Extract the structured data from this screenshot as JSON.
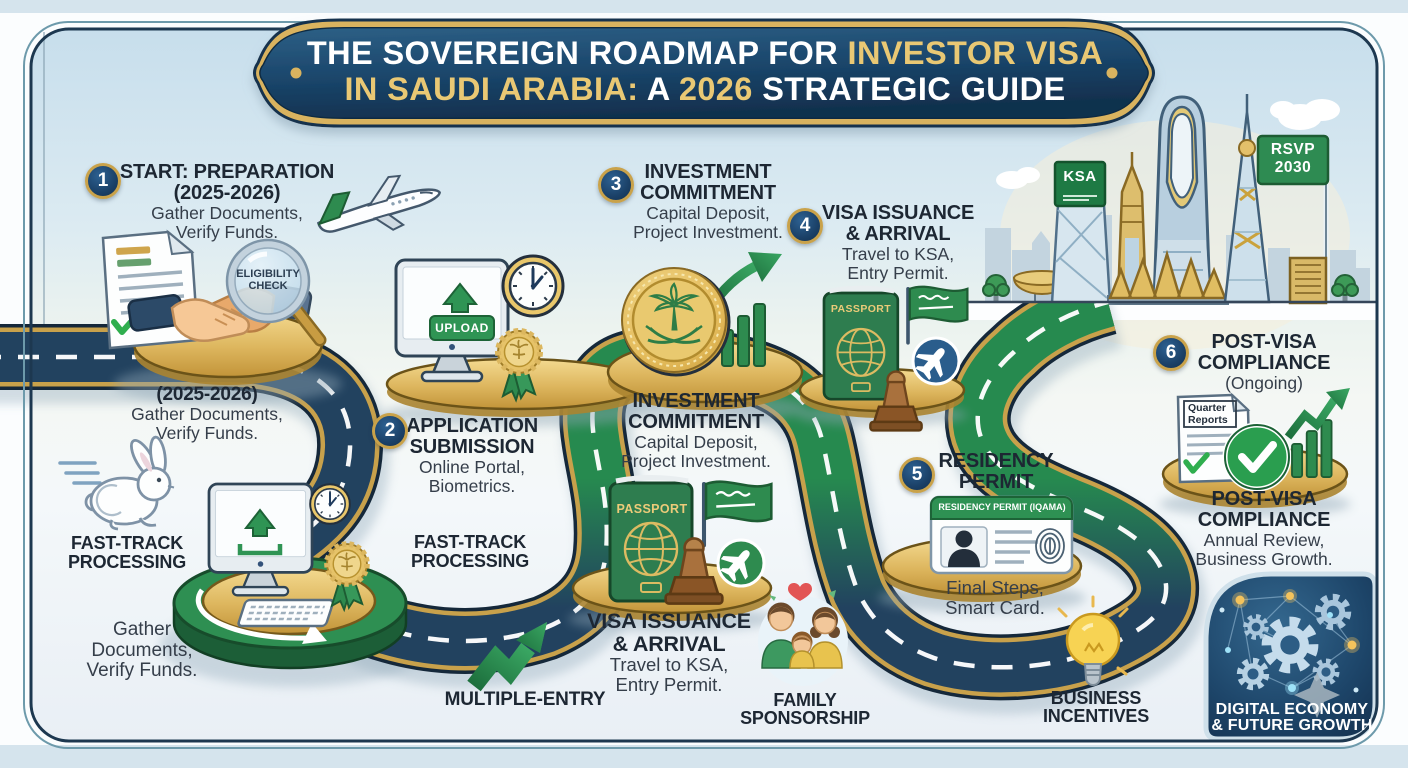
{
  "banner": {
    "line1_pre": "THE SOVEREIGN ROADMAP FOR ",
    "line1_gold": "INVESTOR VISA",
    "line2_gold1": "IN SAUDI ARABIA:",
    "line2_mid": " A ",
    "line2_gold2": "2026",
    "line2_post": " STRATEGIC GUIDE"
  },
  "steps": {
    "s1": {
      "num": "1",
      "t1": "START: PREPARATION",
      "t2": "(2025-2026)",
      "s1": "Gather Documents,",
      "s2": "Verify Funds."
    },
    "s2": {
      "num": "2",
      "t1": "APPLICATION",
      "t2": "SUBMISSION",
      "s1": "Online Portal,",
      "s2": "Biometrics."
    },
    "s3": {
      "num": "3",
      "t1": "INVESTMENT",
      "t2": "COMMITMENT",
      "s1": "Capital Deposit,",
      "s2": "Project Investment."
    },
    "s4": {
      "num": "4",
      "t1": "VISA ISSUANCE",
      "t2": "& ARRIVAL",
      "s1": "Travel to KSA,",
      "s2": "Entry Permit."
    },
    "s5": {
      "num": "5",
      "t1": "RESIDENCY",
      "t2": "PERMIT",
      "s1": "Final Steps,",
      "s2": "Smart Card."
    },
    "s6": {
      "num": "6",
      "t1": "POST-VISA",
      "t2": "COMPLIANCE",
      "t3": "(Ongoing)",
      "s1": "Annual Review,",
      "s2": "Business Growth."
    }
  },
  "repeats": {
    "start_below": {
      "t": "(2025-2026)",
      "s1": "Gather Documents,",
      "s2": "Verify Funds."
    },
    "invest_below": {
      "t1": "INVESTMENT",
      "t2": "COMMITMENT",
      "s1": "Capital Deposit,",
      "s2": "Project Investment."
    },
    "visa_below": {
      "t1": "VISA ISSUANCE",
      "t2": "& ARRIVAL",
      "s1": "Travel to KSA,",
      "s2": "Entry Permit."
    },
    "post_below": {
      "t1": "POST-VISA",
      "t2": "COMPLIANCE",
      "s1": "Annual Review,",
      "s2": "Business Growth."
    },
    "gather_corner": {
      "l1": "Gather",
      "l2": "Documents,",
      "l3": "Verify Funds."
    }
  },
  "callouts": {
    "fast_track_1": {
      "l1": "FAST-TRACK",
      "l2": "PROCESSING"
    },
    "fast_track_2": {
      "l1": "FAST-TRACK",
      "l2": "PROCESSING"
    },
    "multiple_entry": "MULTIPLE-ENTRY",
    "family": {
      "l1": "FAMILY",
      "l2": "SPONSORSHIP"
    },
    "business": {
      "l1": "BUSINESS",
      "l2": "INCENTIVES"
    }
  },
  "icons": {
    "eligibility": {
      "l1": "ELIGIBILITY",
      "l2": "CHECK"
    },
    "upload": "UPLOAD",
    "passport_top": "PASSPORT",
    "passport_bottom": "PASSPORT",
    "iqama_header": "RESIDENCY PERMIT (IQAMA)",
    "quarter": {
      "l1": "Quarter",
      "l2": "Reports"
    }
  },
  "skyline": {
    "ksa_sign": "KSA",
    "rsvp_l1": "RSVP",
    "rsvp_l2": "2030"
  },
  "panel": {
    "l1": "DIGITAL ECONOMY",
    "l2": "& FUTURE GROWTH"
  },
  "colors": {
    "accent_gold": "#d9b35f",
    "navy": "#16395a",
    "green": "#2a8e52",
    "frame": "#1d3850"
  }
}
